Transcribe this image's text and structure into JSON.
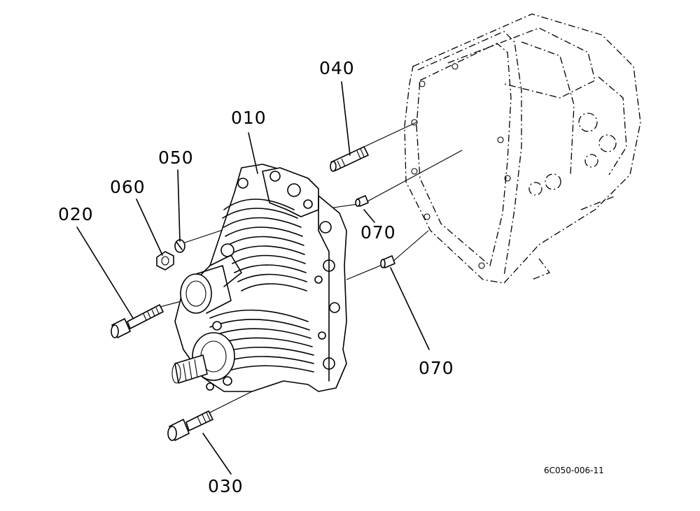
{
  "diagram": {
    "ref_code": "6C050-006-11",
    "callouts": {
      "p010": "010",
      "p020": "020",
      "p030": "030",
      "p040": "040",
      "p050": "050",
      "p060": "060",
      "p070a": "070",
      "p070b": "070"
    }
  }
}
